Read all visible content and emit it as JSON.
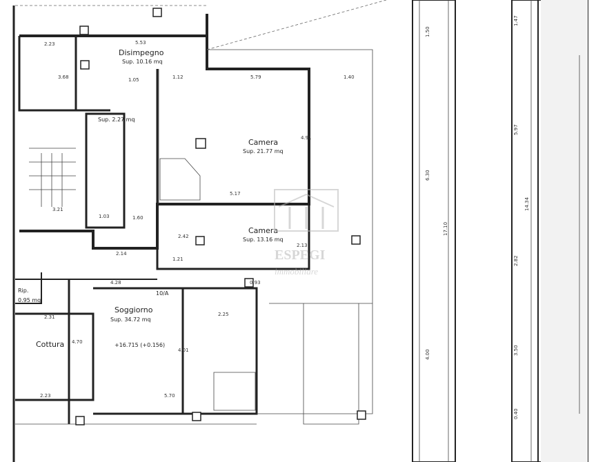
{
  "rooms": {
    "disimpegno": {
      "name": "Disimpegno",
      "area": "Sup. 10.16 mq"
    },
    "camera1": {
      "name": "Camera",
      "area": "Sup. 21.77 mq"
    },
    "camera2": {
      "name": "Camera",
      "area": "Sup. 13.16 mq"
    },
    "wardrobe": {
      "area": "Sup. 2.27 mq"
    },
    "soggiorno": {
      "name": "Soggiorno",
      "area": "Sup. 34.72 mq"
    },
    "cottura": {
      "name": "Cottura"
    },
    "rip": {
      "name": "Rip.",
      "area": "0.95 mq"
    }
  },
  "unit_label": "10/A",
  "level_mark": "+16.715 (+0.156)",
  "dimensions": {
    "d_553": "5.53",
    "d_223": "2.23",
    "d_368": "3.68",
    "d_105": "1.05",
    "d_112": "1.12",
    "d_579": "5.79",
    "d_140": "1.40",
    "d_491": "4.91",
    "d_517": "5.17",
    "d_321": "3.21",
    "d_103": "1.03",
    "d_160": "1.60",
    "d_214": "2.14",
    "d_121": "1.21",
    "d_242": "2.42",
    "d_213": "2.13",
    "d_093": "0.93",
    "d_428": "4.28",
    "d_231": "2.31",
    "d_225": "2.25",
    "d_470": "4.70",
    "d_401": "4.01",
    "d_223b": "2.23",
    "d_570": "5.70",
    "d_150": "1.50",
    "d_630": "6.30",
    "d_1710": "17.10",
    "d_400": "4.00",
    "d_147": "1.47",
    "d_597": "5.97",
    "d_1434": "14.34",
    "d_282": "2.82",
    "d_350": "3.50",
    "d_040": "0.40"
  },
  "watermark": {
    "brand": "ESPEGI",
    "sub": "immobiliare"
  }
}
